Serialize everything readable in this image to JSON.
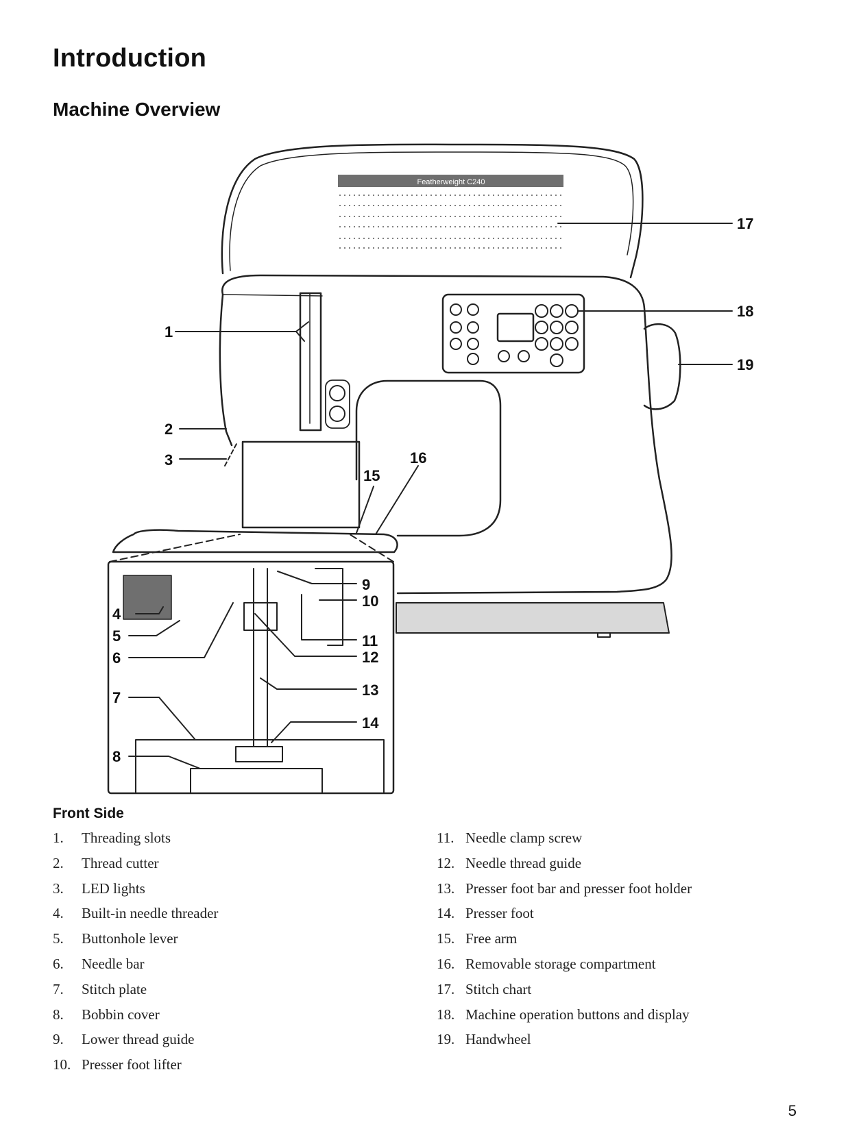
{
  "header": {
    "title": "Introduction",
    "subtitle": "Machine Overview"
  },
  "diagram": {
    "chart_title": "Featherweight C240",
    "callouts": [
      "1",
      "2",
      "3",
      "4",
      "5",
      "6",
      "7",
      "8",
      "9",
      "10",
      "11",
      "12",
      "13",
      "14",
      "15",
      "16",
      "17",
      "18",
      "19"
    ]
  },
  "parts": {
    "heading": "Front Side",
    "items": [
      {
        "num": "1.",
        "label": "Threading slots"
      },
      {
        "num": "2.",
        "label": "Thread cutter"
      },
      {
        "num": "3.",
        "label": "LED lights"
      },
      {
        "num": "4.",
        "label": "Built-in needle threader"
      },
      {
        "num": "5.",
        "label": "Buttonhole lever"
      },
      {
        "num": "6.",
        "label": "Needle bar"
      },
      {
        "num": "7.",
        "label": "Stitch plate"
      },
      {
        "num": "8.",
        "label": "Bobbin cover"
      },
      {
        "num": "9.",
        "label": "Lower thread guide"
      },
      {
        "num": "10.",
        "label": "Presser foot lifter"
      },
      {
        "num": "11.",
        "label": "Needle clamp screw"
      },
      {
        "num": "12.",
        "label": "Needle thread guide"
      },
      {
        "num": "13.",
        "label": "Presser foot bar and presser foot holder"
      },
      {
        "num": "14.",
        "label": "Presser foot"
      },
      {
        "num": "15.",
        "label": "Free arm"
      },
      {
        "num": "16.",
        "label": "Removable storage compartment"
      },
      {
        "num": "17.",
        "label": "Stitch chart"
      },
      {
        "num": "18.",
        "label": "Machine operation buttons and display"
      },
      {
        "num": "19.",
        "label": "Handwheel"
      }
    ]
  },
  "footer": {
    "page_number": "5"
  }
}
